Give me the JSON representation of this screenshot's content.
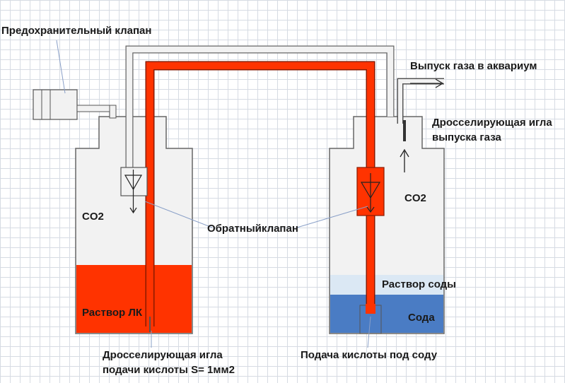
{
  "labels": {
    "safety_valve": "Предохранительный клапан",
    "gas_outlet": "Выпуск газа в аквариум",
    "throttle_out_line1": "Дросселирующая игла",
    "throttle_out_line2": "выпуска газа",
    "co2_left": "CO2",
    "co2_right": "CO2",
    "check_valve": "Обратныйклапан",
    "soda_solution": "Раствор соды",
    "soda": "Сода",
    "acid_solution": "Раствор ЛК",
    "throttle_in_line1": "Дросселирующая игла",
    "throttle_in_line2": "подачи кислоты S= 1мм2",
    "acid_feed": "Подача кислоты под соду"
  },
  "colors": {
    "acid_red": "#ff3300",
    "bottle_fill": "#f2f2f2",
    "bottle_stroke": "#666666",
    "soda_solution": "#dbe8f4",
    "soda": "#4a7cc4",
    "pointer_line": "#8aa0c8"
  }
}
